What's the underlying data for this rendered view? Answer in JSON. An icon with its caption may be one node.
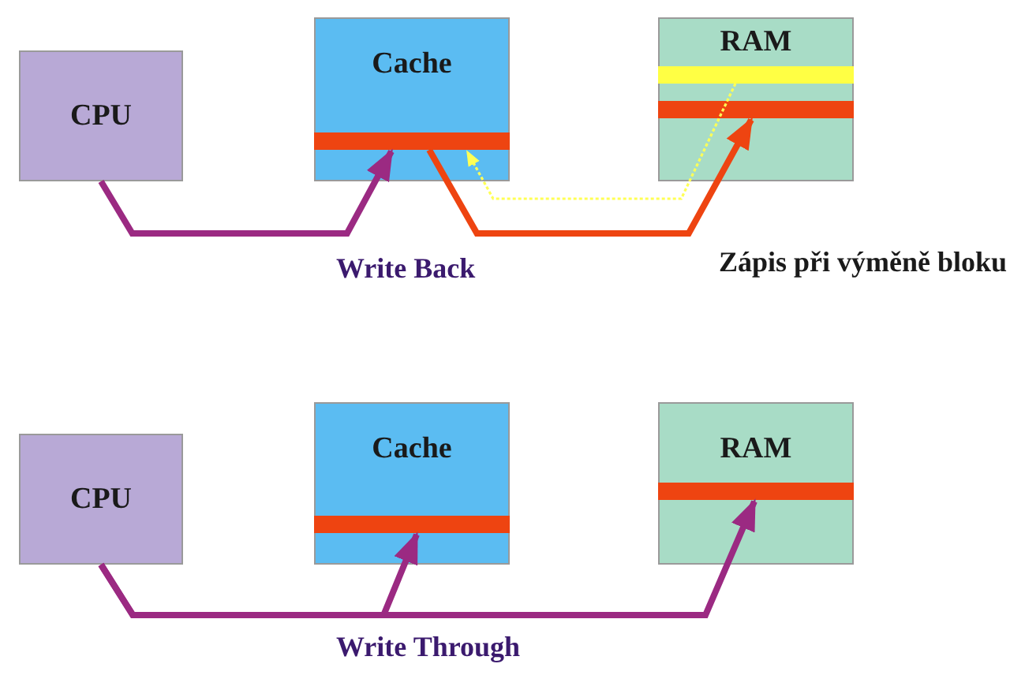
{
  "diagram": {
    "nodes": [
      {
        "text": [
          "CPU"
        ]
      },
      {
        "text": [
          "Cache"
        ]
      },
      {
        "text": [],
        "shape": "bar",
        "in": 1
      },
      {
        "text": [
          "RAM"
        ]
      },
      {
        "text": [],
        "shape": "bar",
        "in": 3
      },
      {
        "text": [],
        "shape": "bar",
        "in": 3
      },
      {
        "text": [
          "CPU"
        ]
      },
      {
        "text": [
          "Cache"
        ]
      },
      {
        "text": [],
        "shape": "bar",
        "in": 7
      },
      {
        "text": [
          "RAM"
        ]
      },
      {
        "text": [],
        "shape": "bar",
        "in": 9
      }
    ],
    "edges": [
      {
        "from": 0,
        "to": 2,
        "arrow": "to"
      },
      {
        "from": 2,
        "to": 5,
        "arrow": "to",
        "color": "#ee4411"
      },
      {
        "from": 4,
        "to": 2,
        "arrow": "to",
        "style": "dashed",
        "color": "#ffff55"
      },
      {
        "from": 6,
        "to": 8,
        "arrow": "to"
      },
      {
        "from": 6,
        "to": 10,
        "arrow": "to"
      }
    ],
    "labels": [
      "Write Back",
      "Zápis při výměně bloku",
      "Write Through"
    ]
  }
}
